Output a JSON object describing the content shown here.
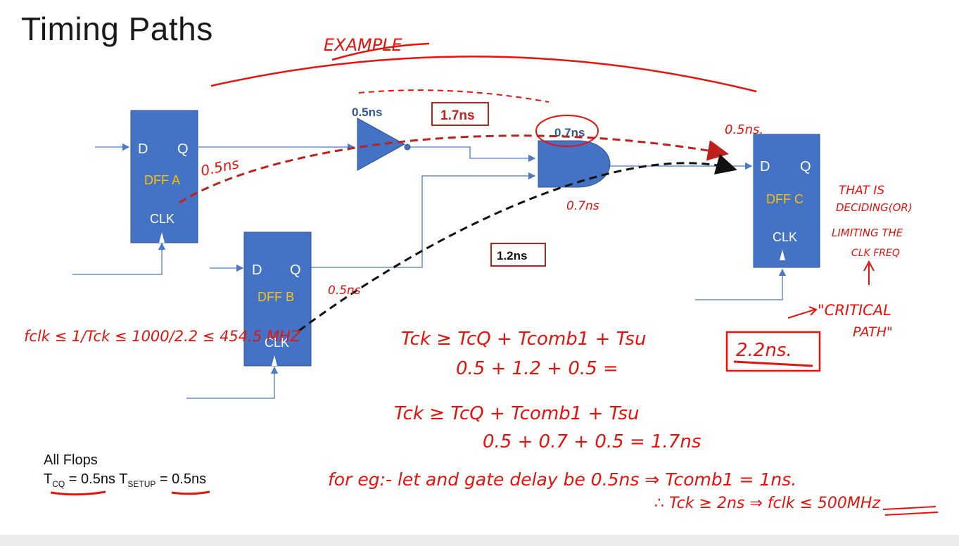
{
  "title": "Timing Paths",
  "flops": [
    {
      "id": "A",
      "d": "D",
      "q": "Q",
      "name": "DFF A",
      "clk": "CLK"
    },
    {
      "id": "B",
      "d": "D",
      "q": "Q",
      "name": "DFF B",
      "clk": "CLK"
    },
    {
      "id": "C",
      "d": "D",
      "q": "Q",
      "name": "DFF C",
      "clk": "CLK"
    }
  ],
  "delays": {
    "buffer": "0.5ns",
    "and_gate": "0.7ns",
    "path_top": "1.7ns",
    "path_bottom": "1.2ns"
  },
  "all_flops": {
    "heading": "All Flops",
    "tcq_main": "T",
    "tcq_sub": "CQ",
    "tcq_val": " = 0.5ns ",
    "tsetup_main": "T",
    "tsetup_sub": "SETUP",
    "tsetup_val": " = 0.5ns"
  },
  "annotations": {
    "example": "EXAMPLE",
    "ff_a_delay": "0.5ns",
    "ff_b_delay": "0.5ns",
    "c_setup": "0.5ns.",
    "and_delay": "0.7ns",
    "deciding": [
      "THAT IS",
      "DECIDING(OR)",
      "LIMITING THE",
      "CLK FREQ"
    ],
    "critical_path": [
      "\"CRITICAL",
      "PATH\""
    ],
    "fclk": "fclk ≤ 1/Tck ≤ 1000/2.2 ≤ 454.5 MHZ",
    "eq1": "Tck ≥ TcQ + Tcomb1 + Tsu",
    "eq1_vals": "0.5 + 1.2 + 0.5 =",
    "eq1_result": "2.2ns.",
    "eq2": "Tck ≥ TcQ + Tcomb1 + Tsu",
    "eq2_vals": "0.5 + 0.7 + 0.5 = 1.7ns",
    "eq3": "for eg:- let and gate delay be 0.5ns ⇒ Tcomb1 = 1ns.",
    "eq4": "∴ Tck ≥ 2ns ⇒ fclk ≤ 500MHz"
  },
  "colors": {
    "block": "#4472c4",
    "ink": "#e8120c",
    "name_label": "#ffc000",
    "delay_text": "#2f5597",
    "wire": "#4a7ac8"
  }
}
